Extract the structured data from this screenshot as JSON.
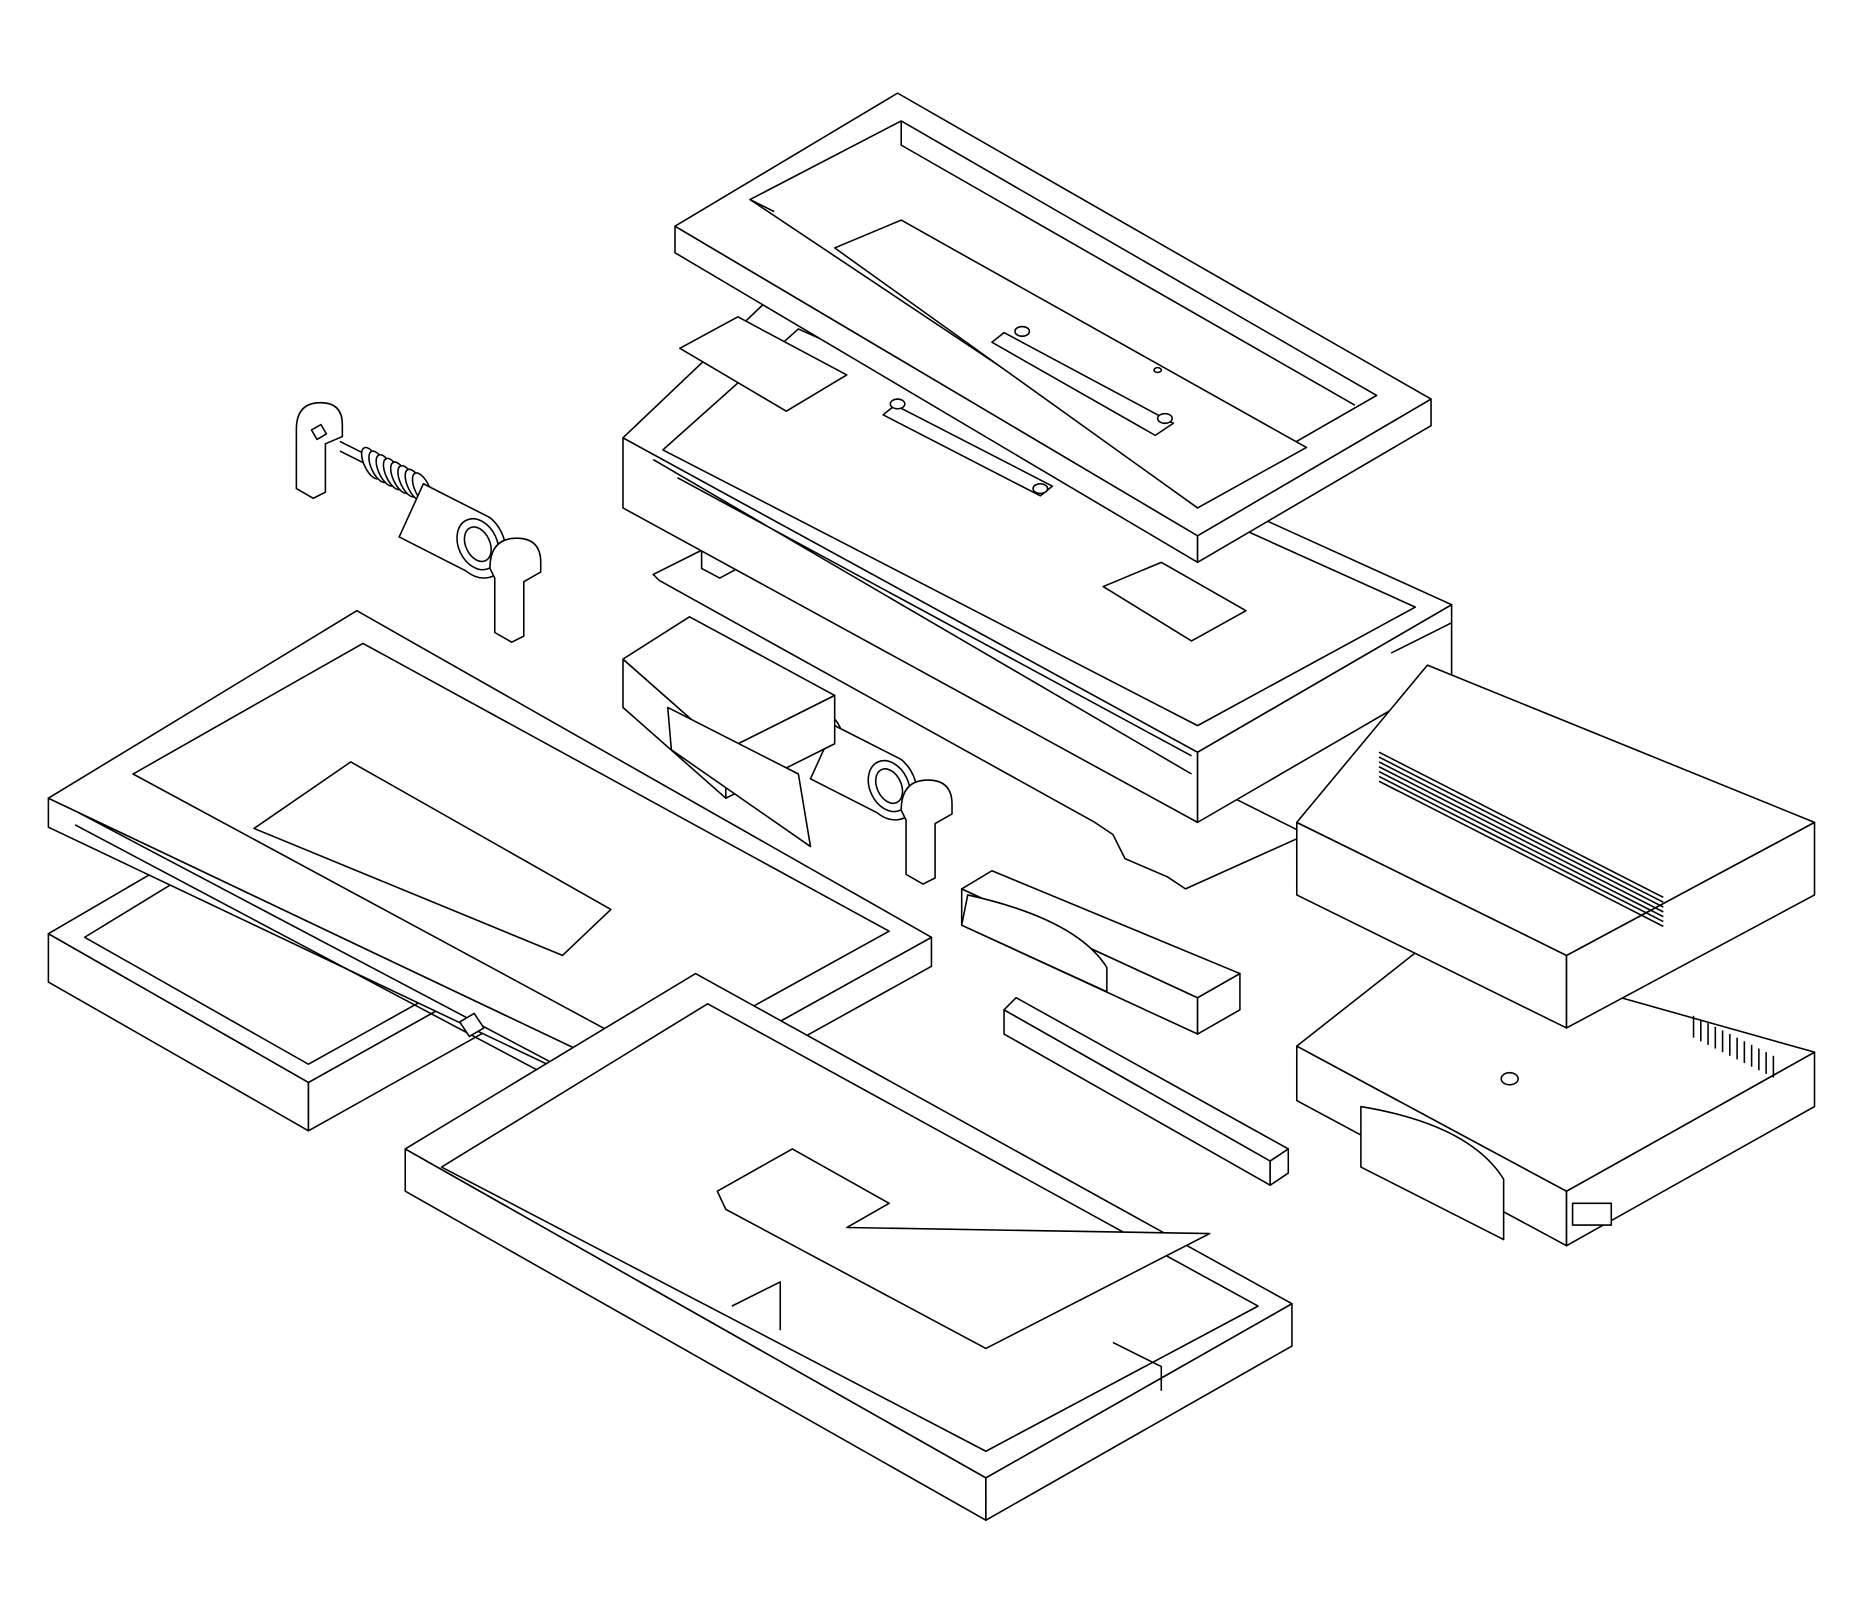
{
  "figure": {
    "kind": "exploded isometric line drawing",
    "line_color": "#000000",
    "background_color": "#ffffff",
    "parts": [
      {
        "id": "top-frame-lid"
      },
      {
        "id": "middle-tray"
      },
      {
        "id": "notched-plate"
      },
      {
        "id": "hinge-assembly-upper-left"
      },
      {
        "id": "hinge-assembly-center"
      },
      {
        "id": "large-left-frame"
      },
      {
        "id": "left-tray"
      },
      {
        "id": "base-enclosure"
      },
      {
        "id": "floppy-drive"
      },
      {
        "id": "drive-caddy"
      },
      {
        "id": "latch-bracket"
      },
      {
        "id": "side-rail"
      }
    ]
  }
}
